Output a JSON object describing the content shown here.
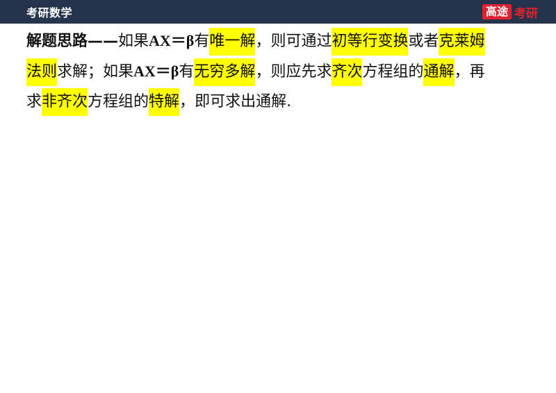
{
  "header": {
    "subject": "考研数学",
    "brand_box": "高途",
    "brand_text": "考研"
  },
  "content": {
    "lines": [
      [
        {
          "t": "解题思路——",
          "s": "bold"
        },
        {
          "t": "如果"
        },
        {
          "t": "AX＝β",
          "s": "math"
        },
        {
          "t": "有"
        },
        {
          "t": "唯一解",
          "s": "hl"
        },
        {
          "t": "，则可通过"
        },
        {
          "t": "初等行变换",
          "s": "hl"
        },
        {
          "t": "或者"
        },
        {
          "t": "克莱姆",
          "s": "hl"
        }
      ],
      [
        {
          "t": "法则",
          "s": "hl"
        },
        {
          "t": "求解；如果"
        },
        {
          "t": "AX＝β",
          "s": "math"
        },
        {
          "t": "有"
        },
        {
          "t": "无穷多解",
          "s": "hl"
        },
        {
          "t": "，则应先求"
        },
        {
          "t": "齐次",
          "s": "hl"
        },
        {
          "t": "方程组的"
        },
        {
          "t": "通解",
          "s": "hl"
        },
        {
          "t": "，再"
        }
      ],
      [
        {
          "t": "求"
        },
        {
          "t": "非齐次",
          "s": "hl"
        },
        {
          "t": "方程组的"
        },
        {
          "t": "特解",
          "s": "hl"
        },
        {
          "t": "，即可求出通解."
        }
      ]
    ]
  },
  "colors": {
    "header_bg": "#26344b",
    "brand_red": "#e0212f",
    "highlight": "#ffff00"
  }
}
